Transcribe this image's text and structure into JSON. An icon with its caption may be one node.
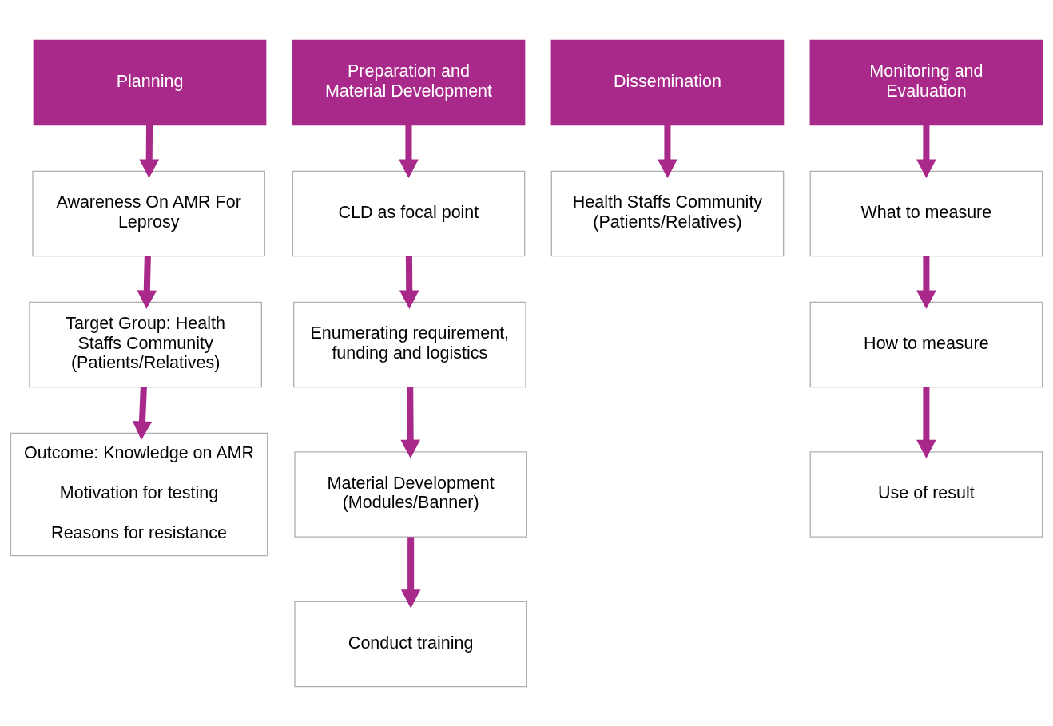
{
  "diagram": {
    "nodes": [
      {
        "text": [
          "Planning"
        ]
      },
      {
        "text": [
          "Awareness On AMR For Leprosy"
        ]
      },
      {
        "text": [
          "Target Group: Health Staffs Community (Patients/Relatives)"
        ]
      },
      {
        "text": [
          "Outcome: Knowledge on AMR",
          "Motivation for testing",
          "Reasons for resistance"
        ]
      },
      {
        "text": [
          "Preparation and Material Development"
        ]
      },
      {
        "text": [
          "CLD as focal point"
        ]
      },
      {
        "text": [
          "Enumerating requirement, funding and logistics"
        ]
      },
      {
        "text": [
          "Material Development (Modules/Banner)"
        ]
      },
      {
        "text": [
          "Conduct training"
        ]
      },
      {
        "text": [
          "Dissemination"
        ]
      },
      {
        "text": [
          "Health Staffs Community (Patients/Relatives)"
        ]
      },
      {
        "text": [
          "Monitoring and Evaluation"
        ]
      },
      {
        "text": [
          "What to measure"
        ]
      },
      {
        "text": [
          "How to measure"
        ]
      },
      {
        "text": [
          "Use of result"
        ]
      }
    ],
    "edges": [
      {
        "from": 0,
        "to": 1,
        "arrow": "to"
      },
      {
        "from": 1,
        "to": 2,
        "arrow": "to"
      },
      {
        "from": 2,
        "to": 3,
        "arrow": "to"
      },
      {
        "from": 4,
        "to": 5,
        "arrow": "to"
      },
      {
        "from": 5,
        "to": 6,
        "arrow": "to"
      },
      {
        "from": 6,
        "to": 7,
        "arrow": "to"
      },
      {
        "from": 7,
        "to": 8,
        "arrow": "to"
      },
      {
        "from": 9,
        "to": 10,
        "arrow": "to"
      },
      {
        "from": 11,
        "to": 12,
        "arrow": "to"
      },
      {
        "from": 12,
        "to": 13,
        "arrow": "to"
      },
      {
        "from": 13,
        "to": 14,
        "arrow": "to"
      }
    ]
  }
}
